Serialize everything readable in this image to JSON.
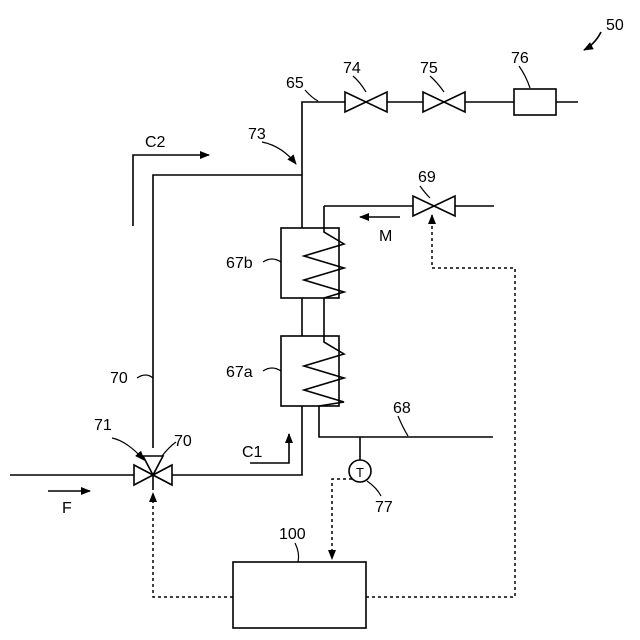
{
  "labels": {
    "system": "50",
    "pipe_65": "65",
    "valve_74": "74",
    "valve_75": "75",
    "device_76": "76",
    "pipe_73": "73",
    "flow_c2": "C2",
    "valve_69": "69",
    "flow_m": "M",
    "hx_67b": "67b",
    "hx_67a": "67a",
    "pipe_70_mid": "70",
    "valve_71": "71",
    "pipe_70_top": "70",
    "pipe_68": "68",
    "flow_c1": "C1",
    "flow_f": "F",
    "sensor_77": "77",
    "sensor_symbol": "T",
    "controller_100": "100"
  }
}
